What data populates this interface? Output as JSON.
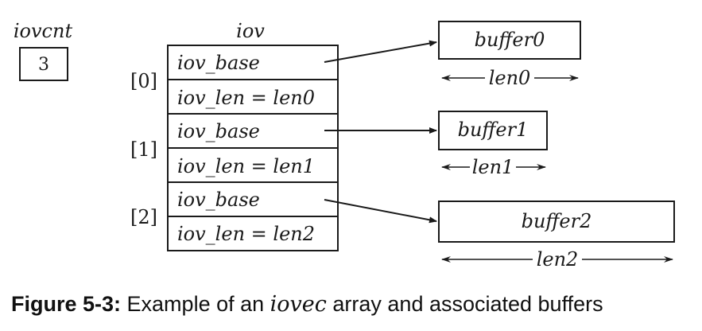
{
  "iovcnt": {
    "label": "iovcnt",
    "value": "3"
  },
  "iov": {
    "label": "iov",
    "entries": [
      {
        "index": "[0]",
        "base_label": "iov_base",
        "len_label": "iov_len = len0"
      },
      {
        "index": "[1]",
        "base_label": "iov_base",
        "len_label": "iov_len = len1"
      },
      {
        "index": "[2]",
        "base_label": "iov_base",
        "len_label": "iov_len = len2"
      }
    ]
  },
  "buffers": [
    {
      "label": "buffer0",
      "length_label": "len0"
    },
    {
      "label": "buffer1",
      "length_label": "len1"
    },
    {
      "label": "buffer2",
      "length_label": "len2"
    }
  ],
  "caption": {
    "figure_label": "Figure 5-3:",
    "text_before": " Example of an ",
    "code_term": "iovec",
    "text_after": " array and associated buffers"
  }
}
